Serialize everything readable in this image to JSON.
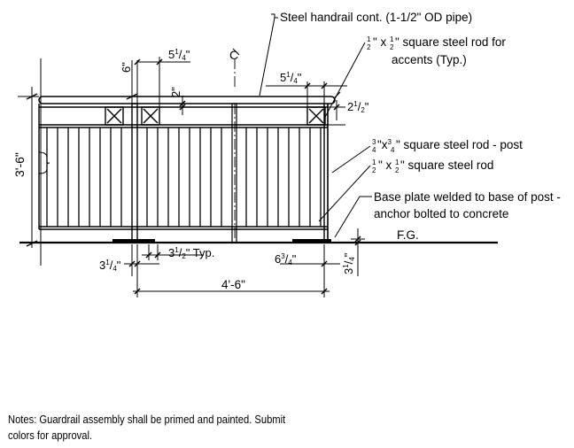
{
  "labels": {
    "handrail": "Steel handrail cont.  (1-1/2\" OD pipe)",
    "accent_line1": "square steel rod for",
    "accent_line2": "accents (Typ.)",
    "post": "square steel rod - post",
    "picket": "square steel rod",
    "base_line1": "Base plate welded to base of post -",
    "base_line2": "anchor bolted to concrete",
    "fg": "F.G.",
    "centerline": "C"
  },
  "fractions": {
    "half": {
      "num": "1",
      "den": "2"
    },
    "quarter": {
      "num": "1",
      "den": "4"
    },
    "three_quarter": {
      "num": "3",
      "den": "4"
    }
  },
  "dimensions": {
    "overall_height": "3'-6\"",
    "top_rail_space": "6\"",
    "accent_offset_left": "5",
    "accent_offset_right": "5",
    "accent_band": "2\"",
    "rail_drop": "2",
    "base_post_offset": "3",
    "picket_spacing": "3",
    "picket_spacing_suffix": "\" Typ.",
    "end_offset": "6",
    "span": "4'-6\"",
    "base_height": "3"
  },
  "notes": {
    "line1": "Notes: Guardrail assembly shall be primed and painted.  Submit",
    "line2": "colors for approval."
  },
  "colors": {
    "ink": "#000000",
    "paper": "#ffffff"
  }
}
